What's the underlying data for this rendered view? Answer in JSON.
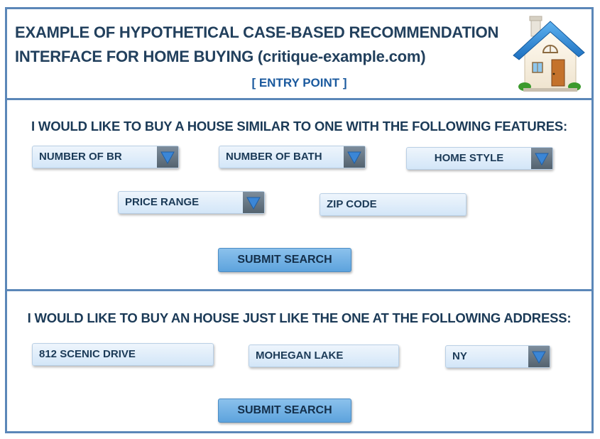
{
  "header": {
    "title_line1": "EXAMPLE OF HYPOTHETICAL CASE-BASED RECOMMENDATION",
    "title_line2": "INTERFACE FOR HOME BUYING (critique-example.com)",
    "entry_point": "[ ENTRY POINT ]"
  },
  "features": {
    "heading": "I WOULD LIKE TO BUY A HOUSE SIMILAR TO ONE WITH THE FOLLOWING FEATURES:",
    "bedrooms": "NUMBER OF BR",
    "bathrooms": "NUMBER OF BATH",
    "home_style": "HOME STYLE",
    "price_range": "PRICE RANGE",
    "zip_code": "ZIP CODE",
    "submit": "SUBMIT SEARCH"
  },
  "address": {
    "heading": "I WOULD LIKE TO BUY AN HOUSE JUST LIKE THE ONE AT THE FOLLOWING ADDRESS:",
    "street": "812 SCENIC DRIVE",
    "city": "MOHEGAN LAKE",
    "state": "NY",
    "submit": "SUBMIT SEARCH"
  },
  "colors": {
    "panel_border": "#5b87b8",
    "field_bg": "#dcebf9",
    "button_bg": "#72b0e4",
    "dropdown_arrow": "#3b86d6",
    "text": "#1b3a57"
  },
  "icons": {
    "house": "house-icon",
    "dropdown": "triangle-down-icon"
  }
}
